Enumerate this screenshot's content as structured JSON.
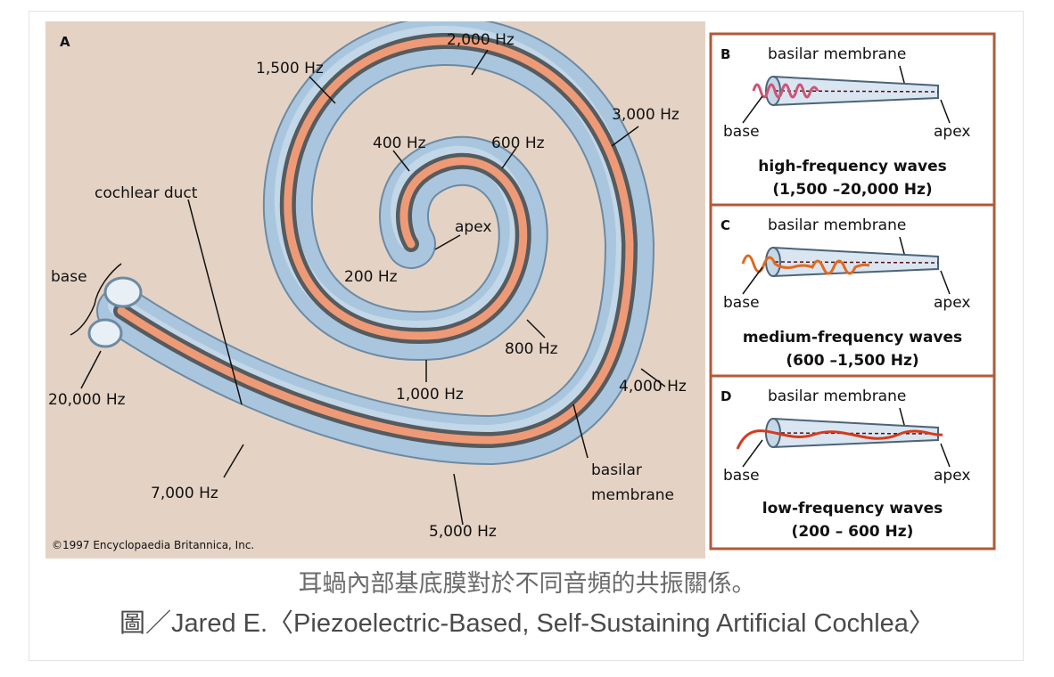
{
  "figure": {
    "panel_a": {
      "letter": "A",
      "freq_labels": {
        "f2000": "2,000 Hz",
        "f1500": "1,500 Hz",
        "f3000": "3,000 Hz",
        "f400": "400 Hz",
        "f600": "600 Hz",
        "f200": "200 Hz",
        "f800": "800 Hz",
        "f1000": "1,000 Hz",
        "f4000": "4,000 Hz",
        "f5000": "5,000 Hz",
        "f7000": "7,000 Hz",
        "f20000": "20,000 Hz"
      },
      "apex_label": "apex",
      "cochlear_duct_label": "cochlear duct",
      "base_label": "base",
      "basilar_label_line1": "basilar",
      "basilar_label_line2": "membrane",
      "credit": "©1997 Encyclopaedia Britannica, Inc."
    },
    "panels": [
      {
        "letter": "B",
        "membrane": "basilar membrane",
        "base": "base",
        "apex": "apex",
        "title": "high-frequency waves",
        "range": "(1,500 –20,000 Hz)",
        "wave_color": "#cc5577"
      },
      {
        "letter": "C",
        "membrane": "basilar membrane",
        "base": "base",
        "apex": "apex",
        "title": "medium-frequency waves",
        "range": "(600 –1,500 Hz)",
        "wave_color": "#e06a1f"
      },
      {
        "letter": "D",
        "membrane": "basilar membrane",
        "base": "base",
        "apex": "apex",
        "title": "low-frequency waves",
        "range": "(200 – 600 Hz)",
        "wave_color": "#d43c1c"
      }
    ],
    "colors": {
      "background": "#e4d3c5",
      "tube": "#a9c6de",
      "tube_outline": "#6c8aa3",
      "membrane": "#ef9a76",
      "panel_border": "#b05a38"
    }
  },
  "caption": {
    "line1": "耳蝸內部基底膜對於不同音頻的共振關係。",
    "line2": "圖／Jared E.〈Piezoelectric-Based, Self-Sustaining Artificial Cochlea〉"
  }
}
